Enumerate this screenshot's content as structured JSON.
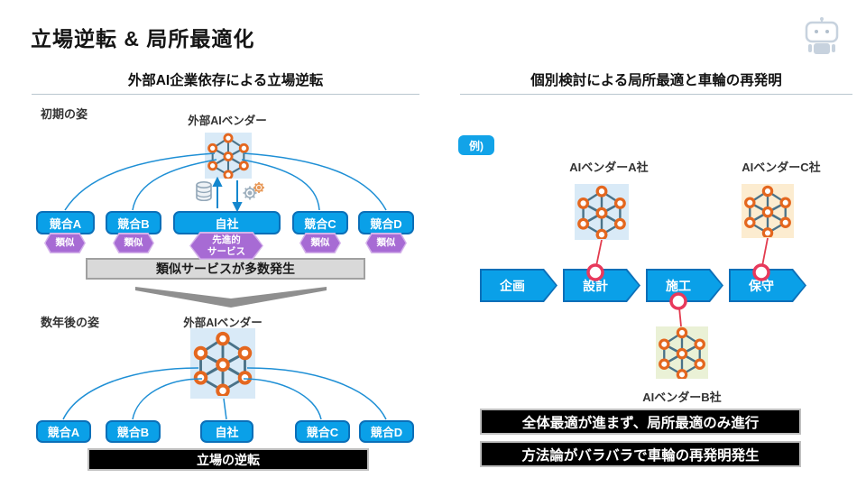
{
  "slide": {
    "title": "立場逆転 & 局所最適化"
  },
  "left": {
    "header": "外部AI企業依存による立場逆転",
    "initial": {
      "stage_label": "初期の姿",
      "vendor_label": "外部AIベンダー",
      "companies": [
        "競合A",
        "競合B",
        "自社",
        "競合C",
        "競合D"
      ],
      "similar_tag": "類似",
      "advanced_tag_line1": "先進的",
      "advanced_tag_line2": "サービス",
      "result": "類似サービスが多数発生"
    },
    "later": {
      "stage_label": "数年後の姿",
      "vendor_label": "外部AIベンダー",
      "companies": [
        "競合A",
        "競合B",
        "自社",
        "競合C",
        "競合D"
      ],
      "result": "立場の逆転"
    }
  },
  "right": {
    "header": "個別検討による局所最適と車輪の再発明",
    "example_label": "例)",
    "vendor_a": "AIベンダーA社",
    "vendor_c": "AIベンダーC社",
    "vendor_b": "AIベンダーB社",
    "process_steps": [
      "企画",
      "設計",
      "施工",
      "保守"
    ],
    "conclusions": [
      "全体最適が進まず、局所最適のみ進行",
      "方法論がバラバラで車輪の再発明発生"
    ]
  },
  "icons": {
    "robot": "robot-icon",
    "neural_network": "neural-network-icon",
    "database": "database-icon",
    "gear": "gear-icon",
    "up_arrow": "upload-arrow-icon",
    "down_arrow": "download-arrow-icon",
    "down_chevron": "transition-chevron-icon"
  },
  "colors": {
    "accent_blue": "#0aa0e8",
    "border_blue": "#0b6fb8",
    "tag_purple": "#a76bd4",
    "node_orange": "#e4671f",
    "edge_slate": "#4a7288",
    "connector_red": "#e8395c",
    "nn_bg_blue": "#d9eaf7",
    "nn_bg_orange": "#fcecd0",
    "nn_bg_green": "#eaf1d6",
    "note_gray": "#d9d9d9",
    "note_black": "#000000"
  }
}
